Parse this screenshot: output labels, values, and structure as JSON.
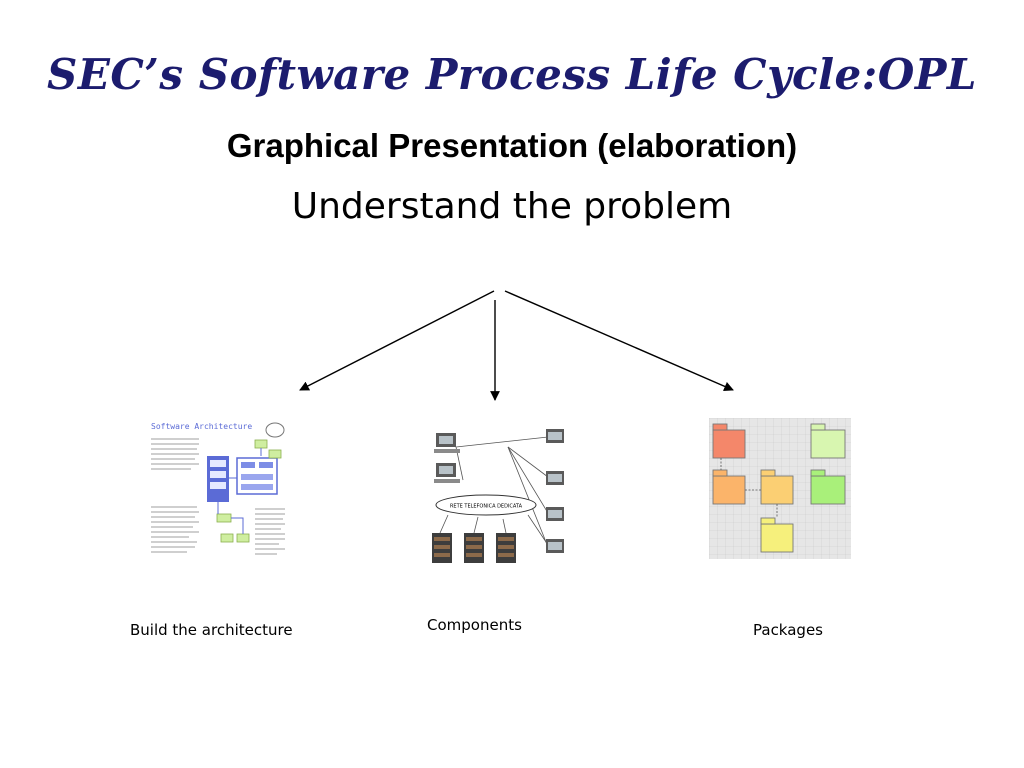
{
  "slide": {
    "title": "SEC’s Software Process Life Cycle:OPL",
    "subtitle": "Graphical Presentation (elaboration)",
    "heading": "Understand the problem"
  },
  "branches": [
    {
      "caption": "Build the architecture"
    },
    {
      "caption": "Components"
    },
    {
      "caption": "Packages"
    }
  ],
  "thumbnails": {
    "architecture": {
      "title": "Software Architecture"
    },
    "network": {
      "banner": "RETE TELEFONICA DEDICATA"
    }
  },
  "colors": {
    "title": "#1c1c6e",
    "arrow": "#000000",
    "package_red": "#f4876a",
    "package_orange": "#fbb46a",
    "package_yellow": "#f6f07c",
    "package_green": "#a9f07a",
    "package_lightgreen": "#d8f6b0",
    "architecture_accent": "#5b6bd6"
  }
}
